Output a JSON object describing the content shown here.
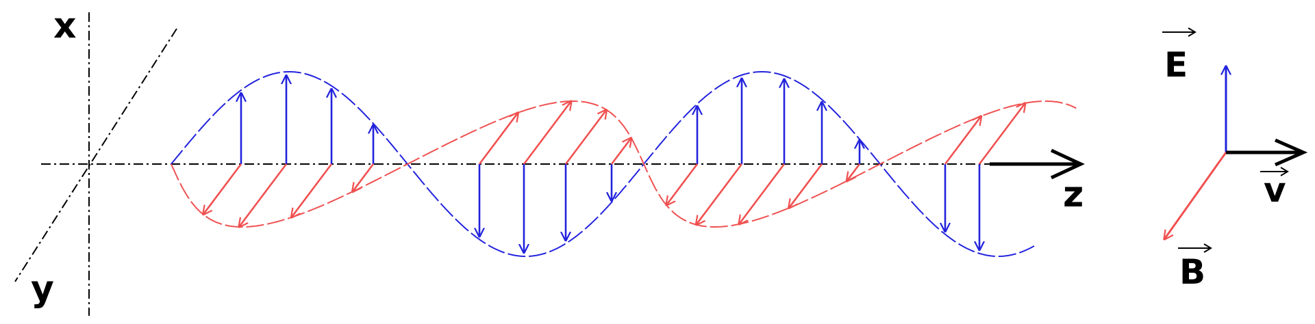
{
  "axes": {
    "x_label": "x",
    "y_label": "y",
    "z_label": "z"
  },
  "legend": {
    "e_label": "E",
    "b_label": "B",
    "v_label": "v"
  },
  "colors": {
    "electric_field": "#2222dd",
    "magnetic_field": "#f05050",
    "axis": "#000000"
  }
}
